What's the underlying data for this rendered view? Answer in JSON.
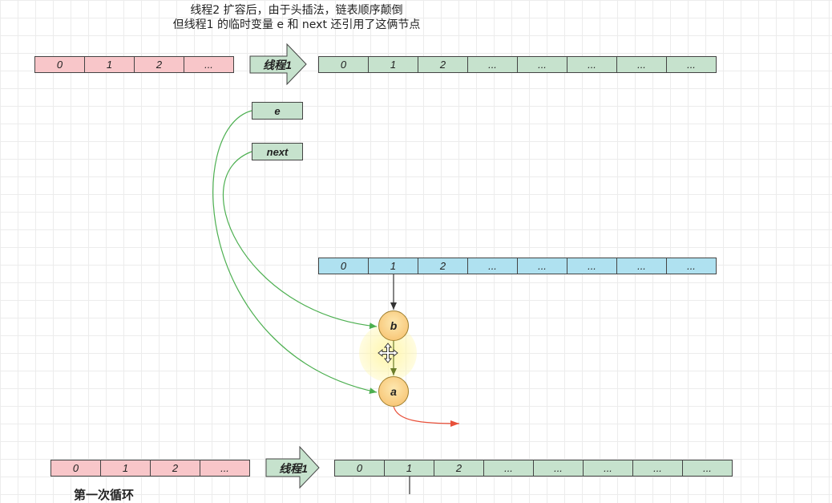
{
  "caption": {
    "line1": "线程2 扩容后，由于头插法，链表顺序颠倒",
    "line2": "但线程1 的临时变量 e 和 next 还引用了这俩节点"
  },
  "top_old_array": [
    "0",
    "1",
    "2",
    "..."
  ],
  "top_thread_label": "线程1",
  "top_new_array": [
    "0",
    "1",
    "2",
    "...",
    "...",
    "...",
    "...",
    "..."
  ],
  "pointer_e": "e",
  "pointer_next": "next",
  "middle_array": [
    "0",
    "1",
    "2",
    "...",
    "...",
    "...",
    "...",
    "..."
  ],
  "nodes": {
    "b": "b",
    "a": "a"
  },
  "bottom_old_array": [
    "0",
    "1",
    "2",
    "..."
  ],
  "bottom_thread_label": "线程1",
  "bottom_new_array": [
    "0",
    "1",
    "2",
    "...",
    "...",
    "...",
    "...",
    "..."
  ],
  "bottom_text": "第一次循环",
  "colors": {
    "pink": "#f8c6c9",
    "green": "#c6e2cd",
    "blue": "#afe1f0",
    "node": "#f8c87a",
    "curve_green": "#4caf50",
    "curve_red": "#e8503a"
  }
}
